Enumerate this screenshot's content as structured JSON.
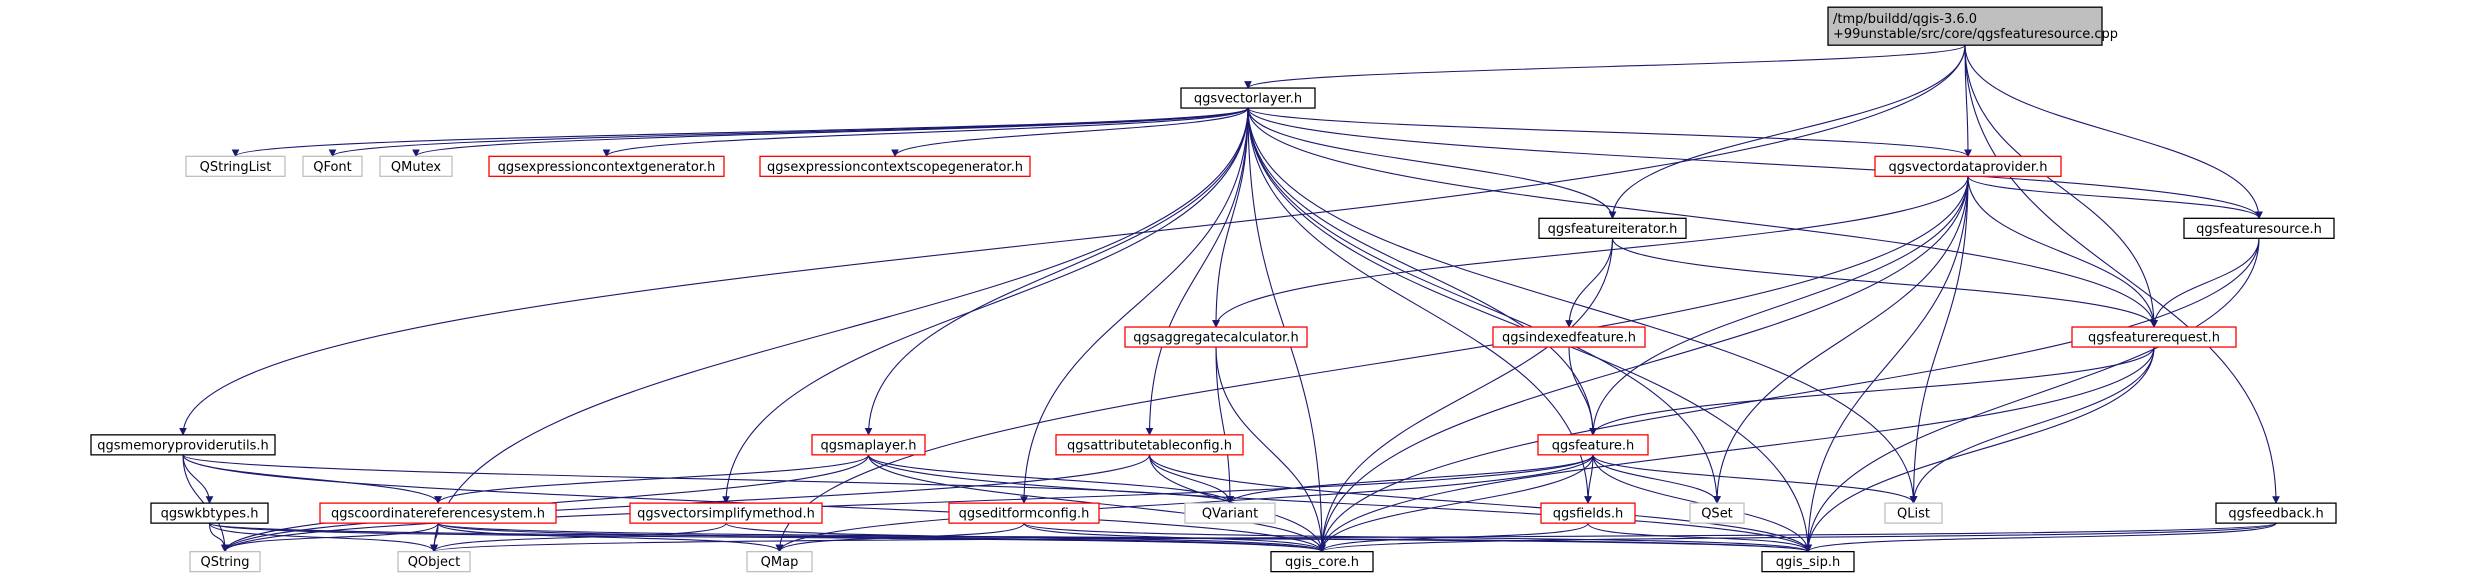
{
  "graph": {
    "colors": {
      "edge": "#191970",
      "root_fill": "#bfbfbf",
      "root_border": "#000000",
      "normal_border": "#000000",
      "incomplete_border": "#ff0000",
      "external_border": "#bfbfbf",
      "external_text": "#555555"
    },
    "nodes": [
      {
        "id": "root",
        "lines": [
          "/tmp/buildd/qgis-3.6.0",
          "+99unstable/src/core/qgsfeaturesource.cpp"
        ],
        "style": "root"
      },
      {
        "id": "vectorlayer",
        "lines": [
          "qgsvectorlayer.h"
        ],
        "style": "normal"
      },
      {
        "id": "stringlist",
        "lines": [
          "QStringList"
        ],
        "style": "external"
      },
      {
        "id": "font",
        "lines": [
          "QFont"
        ],
        "style": "external"
      },
      {
        "id": "mutex",
        "lines": [
          "QMutex"
        ],
        "style": "external"
      },
      {
        "id": "exprctxgen",
        "lines": [
          "qgsexpressioncontextgenerator.h"
        ],
        "style": "incomplete"
      },
      {
        "id": "exprscopegen",
        "lines": [
          "qgsexpressioncontextscopegenerator.h"
        ],
        "style": "incomplete"
      },
      {
        "id": "vdp",
        "lines": [
          "qgsvectordataprovider.h"
        ],
        "style": "incomplete"
      },
      {
        "id": "featureiterator",
        "lines": [
          "qgsfeatureiterator.h"
        ],
        "style": "normal"
      },
      {
        "id": "featuresource",
        "lines": [
          "qgsfeaturesource.h"
        ],
        "style": "normal"
      },
      {
        "id": "aggcalc",
        "lines": [
          "qgsaggregatecalculator.h"
        ],
        "style": "incomplete"
      },
      {
        "id": "indexedfeature",
        "lines": [
          "qgsindexedfeature.h"
        ],
        "style": "incomplete"
      },
      {
        "id": "featurerequest",
        "lines": [
          "qgsfeaturerequest.h"
        ],
        "style": "incomplete"
      },
      {
        "id": "memprovutils",
        "lines": [
          "qgsmemoryproviderutils.h"
        ],
        "style": "normal"
      },
      {
        "id": "maplayer",
        "lines": [
          "qgsmaplayer.h"
        ],
        "style": "incomplete"
      },
      {
        "id": "attrtableconfig",
        "lines": [
          "qgsattributetableconfig.h"
        ],
        "style": "incomplete"
      },
      {
        "id": "feature",
        "lines": [
          "qgsfeature.h"
        ],
        "style": "incomplete"
      },
      {
        "id": "wkbtypes",
        "lines": [
          "qgswkbtypes.h"
        ],
        "style": "normal"
      },
      {
        "id": "crs",
        "lines": [
          "qgscoordinatereferencesystem.h"
        ],
        "style": "incomplete"
      },
      {
        "id": "simplify",
        "lines": [
          "qgsvectorsimplifymethod.h"
        ],
        "style": "incomplete"
      },
      {
        "id": "qvariant",
        "lines": [
          "QVariant"
        ],
        "style": "external"
      },
      {
        "id": "editform",
        "lines": [
          "qgseditformconfig.h"
        ],
        "style": "incomplete"
      },
      {
        "id": "fields",
        "lines": [
          "qgsfields.h"
        ],
        "style": "incomplete"
      },
      {
        "id": "qset",
        "lines": [
          "QSet"
        ],
        "style": "external"
      },
      {
        "id": "qlist",
        "lines": [
          "QList"
        ],
        "style": "external"
      },
      {
        "id": "feedback",
        "lines": [
          "qgsfeedback.h"
        ],
        "style": "normal"
      },
      {
        "id": "qstring",
        "lines": [
          "QString"
        ],
        "style": "external"
      },
      {
        "id": "qobject",
        "lines": [
          "QObject"
        ],
        "style": "external"
      },
      {
        "id": "qmap",
        "lines": [
          "QMap"
        ],
        "style": "external"
      },
      {
        "id": "core",
        "lines": [
          "qgis_core.h"
        ],
        "style": "normal"
      },
      {
        "id": "sip",
        "lines": [
          "qgis_sip.h"
        ],
        "style": "normal"
      }
    ],
    "edges": [
      [
        "root",
        "vectorlayer"
      ],
      [
        "root",
        "vdp"
      ],
      [
        "root",
        "featureiterator"
      ],
      [
        "root",
        "featuresource"
      ],
      [
        "root",
        "featurerequest"
      ],
      [
        "root",
        "memprovutils"
      ],
      [
        "root",
        "feedback"
      ],
      [
        "vectorlayer",
        "stringlist"
      ],
      [
        "vectorlayer",
        "font"
      ],
      [
        "vectorlayer",
        "mutex"
      ],
      [
        "vectorlayer",
        "exprctxgen"
      ],
      [
        "vectorlayer",
        "exprscopegen"
      ],
      [
        "vectorlayer",
        "vdp"
      ],
      [
        "vectorlayer",
        "featureiterator"
      ],
      [
        "vectorlayer",
        "featuresource"
      ],
      [
        "vectorlayer",
        "aggcalc"
      ],
      [
        "vectorlayer",
        "featurerequest"
      ],
      [
        "vectorlayer",
        "maplayer"
      ],
      [
        "vectorlayer",
        "attrtableconfig"
      ],
      [
        "vectorlayer",
        "feature"
      ],
      [
        "vectorlayer",
        "simplify"
      ],
      [
        "vectorlayer",
        "editform"
      ],
      [
        "vectorlayer",
        "fields"
      ],
      [
        "vectorlayer",
        "qset"
      ],
      [
        "vectorlayer",
        "qlist"
      ],
      [
        "vectorlayer",
        "core"
      ],
      [
        "vectorlayer",
        "sip"
      ],
      [
        "vectorlayer",
        "qobject"
      ],
      [
        "vdp",
        "featuresource"
      ],
      [
        "vdp",
        "aggcalc"
      ],
      [
        "vdp",
        "featurerequest"
      ],
      [
        "vdp",
        "feature"
      ],
      [
        "vdp",
        "qset"
      ],
      [
        "vdp",
        "qlist"
      ],
      [
        "vdp",
        "core"
      ],
      [
        "vdp",
        "sip"
      ],
      [
        "vdp",
        "qmap"
      ],
      [
        "featureiterator",
        "indexedfeature"
      ],
      [
        "featureiterator",
        "featurerequest"
      ],
      [
        "featureiterator",
        "core"
      ],
      [
        "featuresource",
        "featurerequest"
      ],
      [
        "featuresource",
        "core"
      ],
      [
        "featuresource",
        "sip"
      ],
      [
        "aggcalc",
        "qvariant"
      ],
      [
        "aggcalc",
        "core"
      ],
      [
        "indexedfeature",
        "feature"
      ],
      [
        "featurerequest",
        "feature"
      ],
      [
        "featurerequest",
        "qlist"
      ],
      [
        "featurerequest",
        "core"
      ],
      [
        "featurerequest",
        "sip"
      ],
      [
        "memprovutils",
        "wkbtypes"
      ],
      [
        "memprovutils",
        "crs"
      ],
      [
        "memprovutils",
        "qstring"
      ],
      [
        "memprovutils",
        "qvariant"
      ],
      [
        "memprovutils",
        "core"
      ],
      [
        "maplayer",
        "crs"
      ],
      [
        "maplayer",
        "qvariant"
      ],
      [
        "maplayer",
        "core"
      ],
      [
        "maplayer",
        "sip"
      ],
      [
        "maplayer",
        "qstring"
      ],
      [
        "attrtableconfig",
        "qvariant"
      ],
      [
        "attrtableconfig",
        "core"
      ],
      [
        "attrtableconfig",
        "sip"
      ],
      [
        "attrtableconfig",
        "qstring"
      ],
      [
        "feature",
        "qvariant"
      ],
      [
        "feature",
        "fields"
      ],
      [
        "feature",
        "qset"
      ],
      [
        "feature",
        "qlist"
      ],
      [
        "feature",
        "core"
      ],
      [
        "feature",
        "sip"
      ],
      [
        "feature",
        "qmap"
      ],
      [
        "feature",
        "qstring"
      ],
      [
        "wkbtypes",
        "qstring"
      ],
      [
        "wkbtypes",
        "qobject"
      ],
      [
        "wkbtypes",
        "core"
      ],
      [
        "wkbtypes",
        "sip"
      ],
      [
        "crs",
        "qstring"
      ],
      [
        "crs",
        "qobject"
      ],
      [
        "crs",
        "qmap"
      ],
      [
        "crs",
        "core"
      ],
      [
        "crs",
        "sip"
      ],
      [
        "simplify",
        "qobject"
      ],
      [
        "simplify",
        "core"
      ],
      [
        "editform",
        "qmap"
      ],
      [
        "editform",
        "core"
      ],
      [
        "editform",
        "sip"
      ],
      [
        "fields",
        "core"
      ],
      [
        "fields",
        "sip"
      ],
      [
        "feedback",
        "qobject"
      ],
      [
        "feedback",
        "core"
      ],
      [
        "feedback",
        "sip"
      ]
    ]
  }
}
